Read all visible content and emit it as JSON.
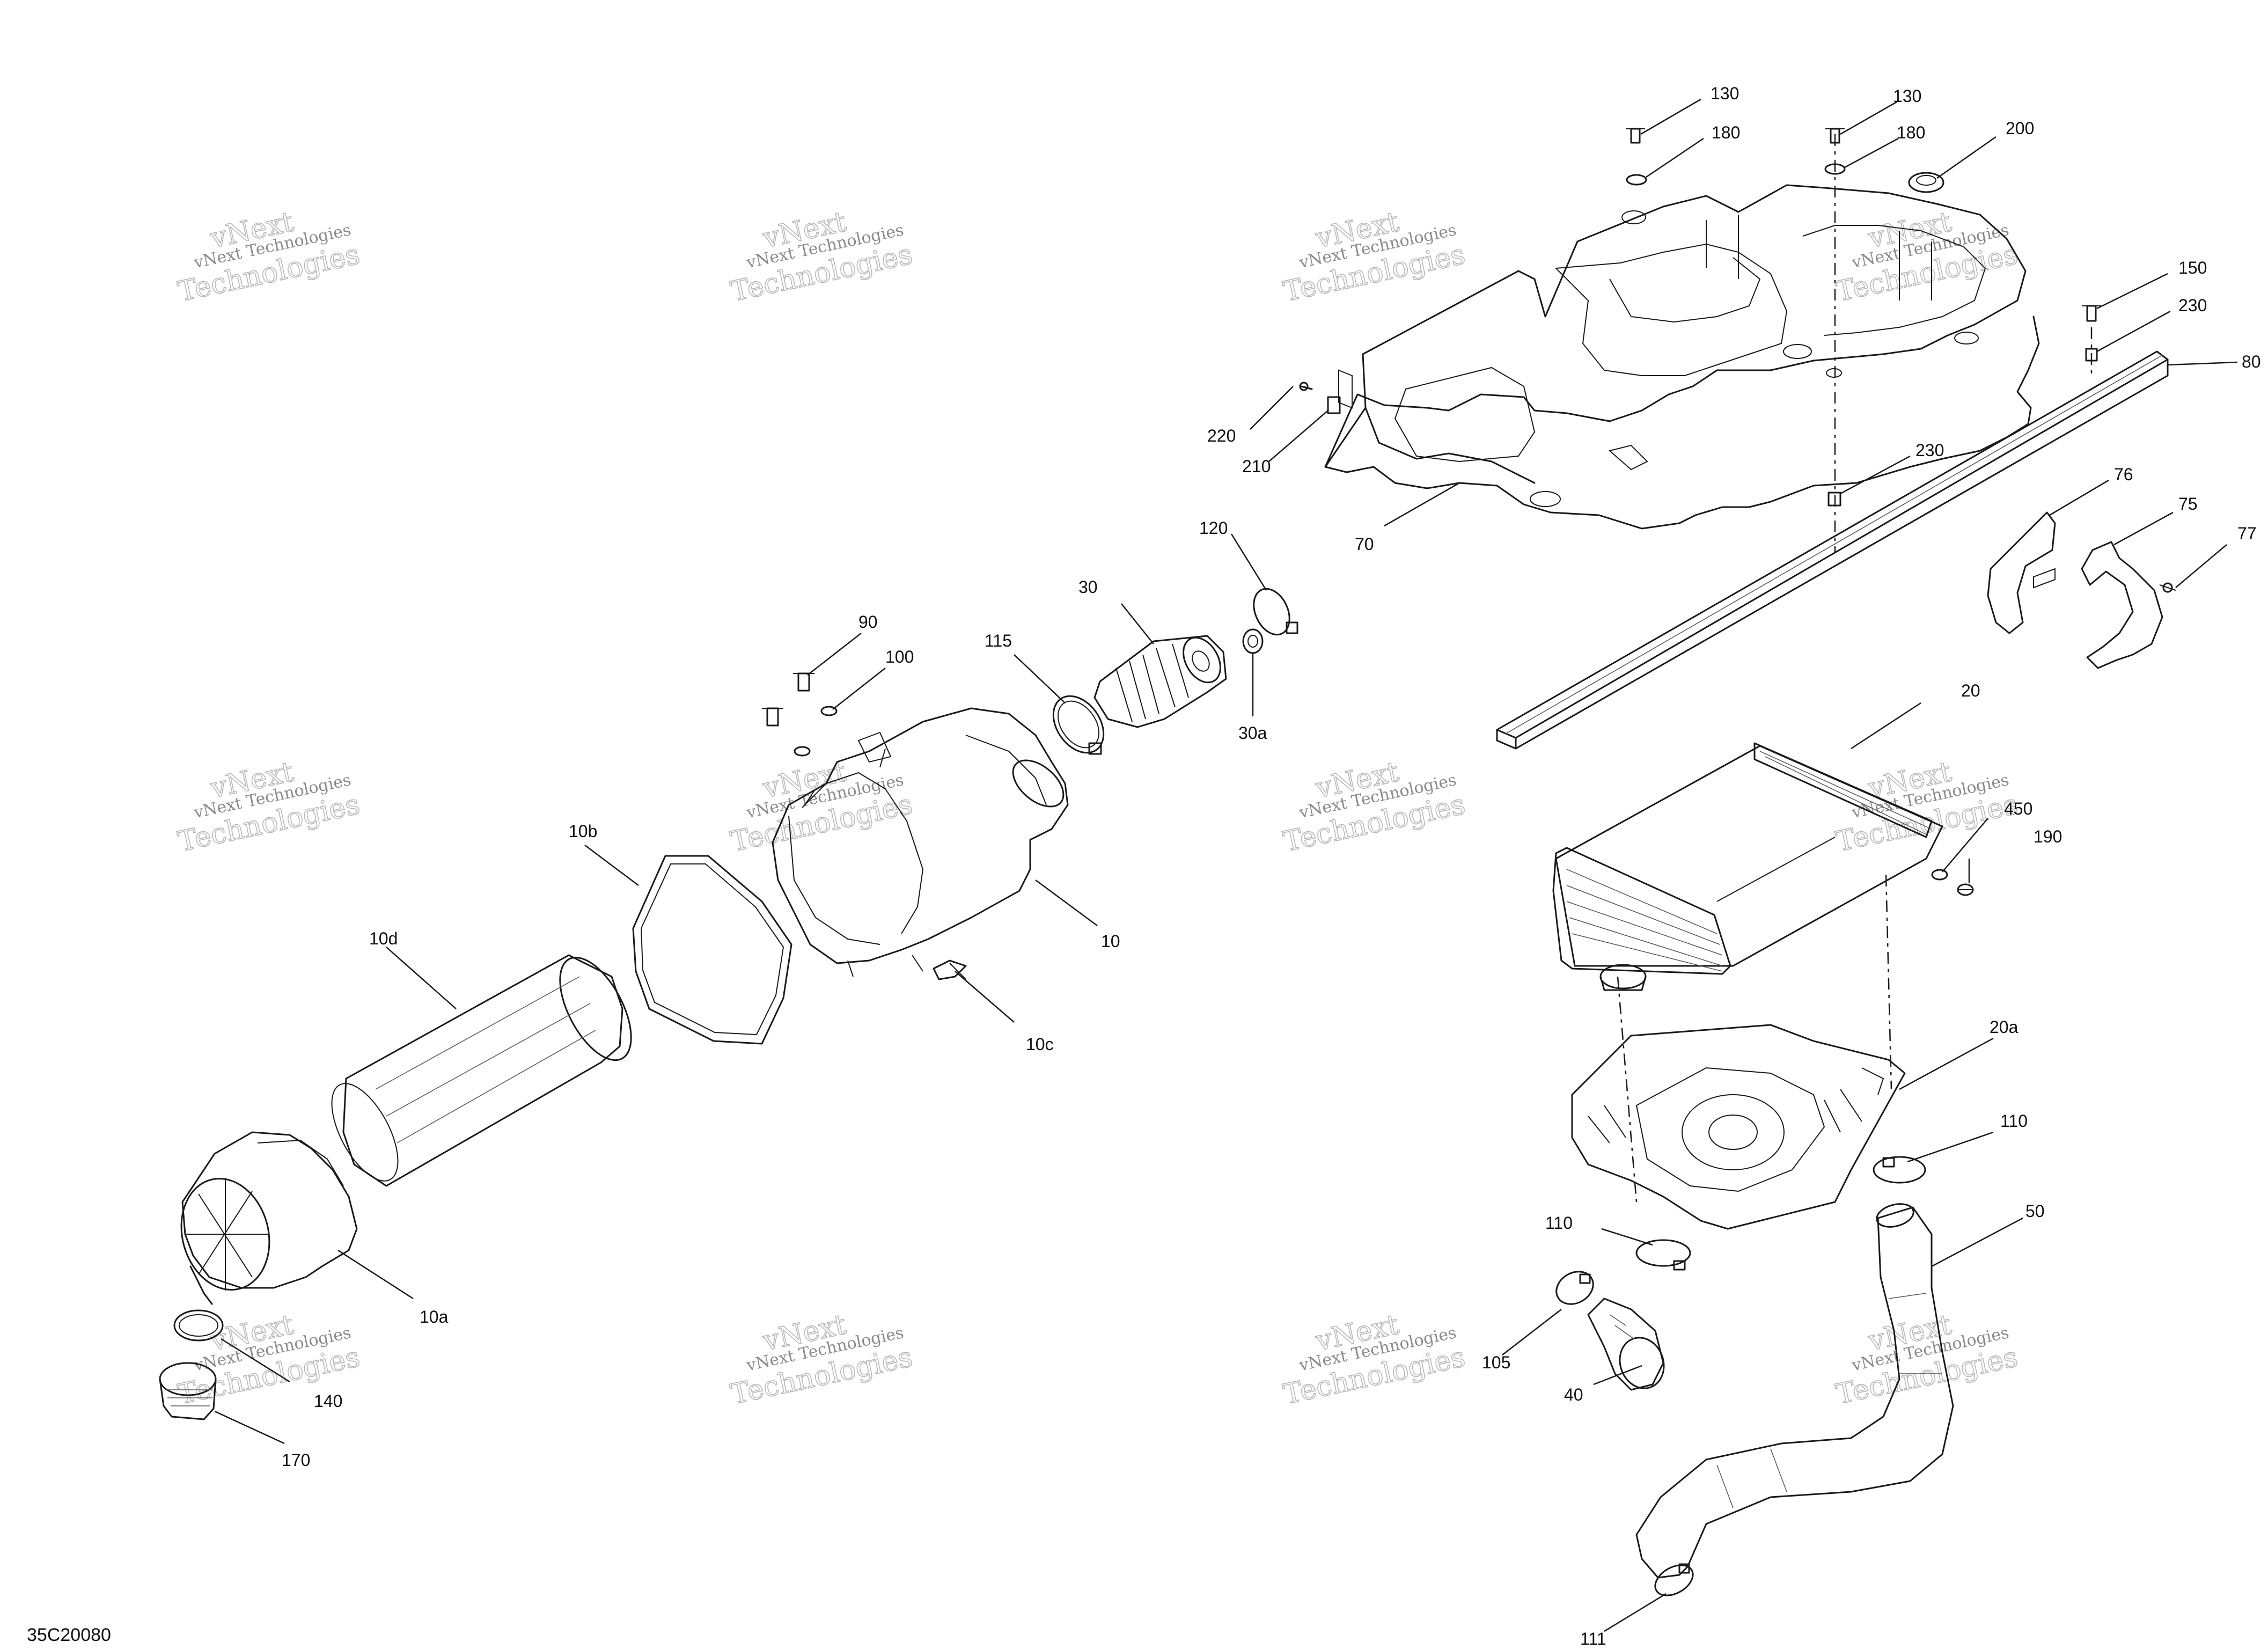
{
  "diagram": {
    "code": "35C20080",
    "watermark": {
      "line1": "vNext Technologies",
      "line2": "vNext",
      "line3": "Technologies"
    },
    "callouts": {
      "c130a": "130",
      "c130b": "130",
      "c180a": "180",
      "c180b": "180",
      "c200": "200",
      "c150": "150",
      "c230a": "230",
      "c80": "80",
      "c220": "220",
      "c210": "210",
      "c70": "70",
      "c230b": "230",
      "c76": "76",
      "c75": "75",
      "c77": "77",
      "c120": "120",
      "c30": "30",
      "c115": "115",
      "c90": "90",
      "c100": "100",
      "c30a": "30a",
      "c20": "20",
      "c450": "450",
      "c190": "190",
      "c10b": "10b",
      "c10": "10",
      "c10d": "10d",
      "c10c": "10c",
      "c20a": "20a",
      "c110a": "110",
      "c110b": "110",
      "c50": "50",
      "c105": "105",
      "c40": "40",
      "c10a": "10a",
      "c140": "140",
      "c170": "170",
      "c111": "111"
    }
  }
}
